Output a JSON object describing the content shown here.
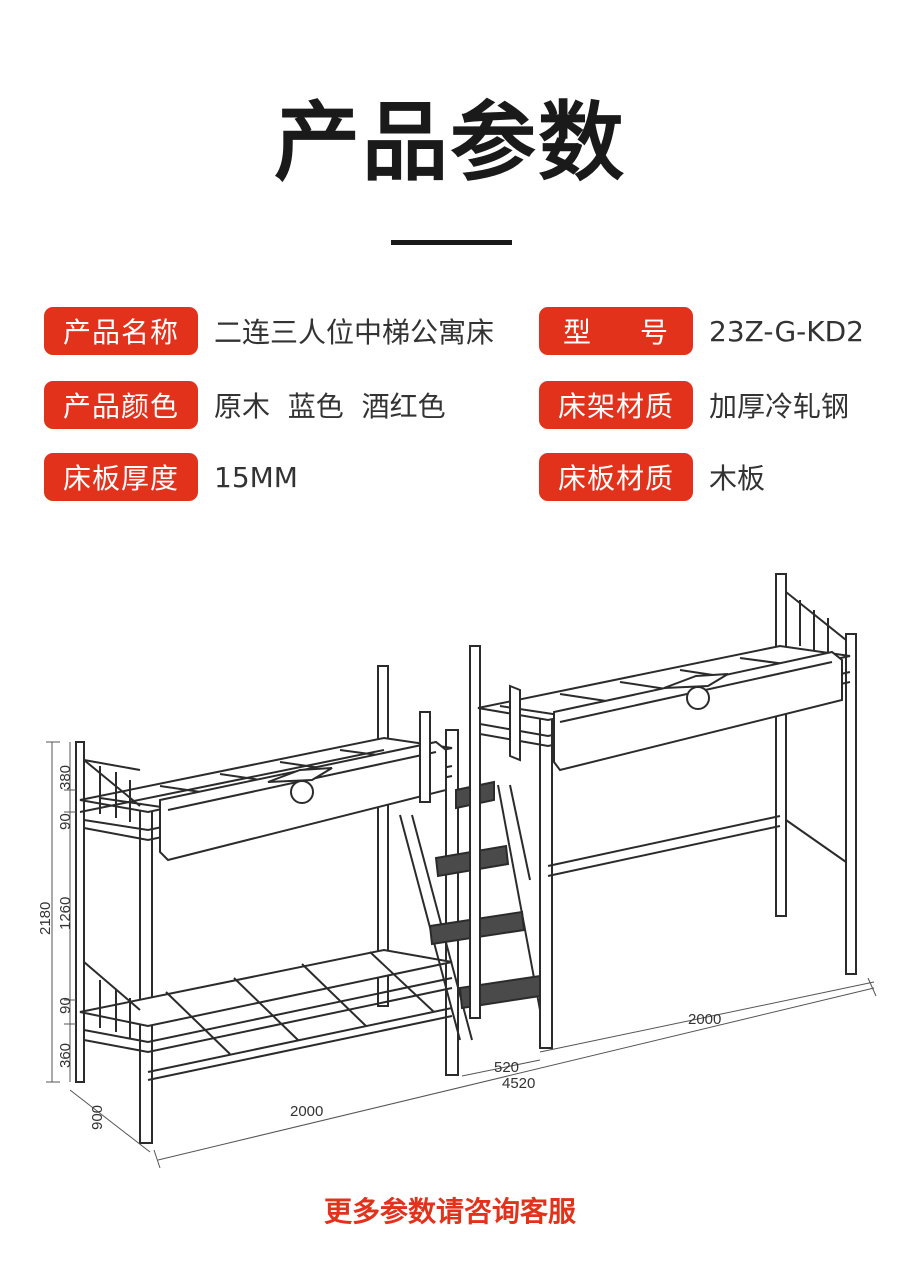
{
  "page": {
    "title": "产品参数",
    "footer": "更多参数请咨询客服",
    "accent_color": "#e3321c"
  },
  "specs": {
    "left": [
      {
        "label": "产品名称",
        "value": "二连三人位中梯公寓床"
      },
      {
        "label": "产品颜色",
        "value": "原木  蓝色  酒红色"
      },
      {
        "label": "床板厚度",
        "value": "15MM"
      }
    ],
    "right": [
      {
        "label_a": "型",
        "label_b": "号",
        "value": "23Z-G-KD2"
      },
      {
        "label": "床架材质",
        "value": "加厚冷轧钢"
      },
      {
        "label": "床板材质",
        "value": "木板"
      }
    ]
  },
  "dimensions": {
    "height_total": "2180",
    "height_top_rail": "380",
    "height_upper_frame": "90",
    "height_gap": "1260",
    "height_lower_frame": "90",
    "height_base": "360",
    "depth": "900",
    "length_left": "2000",
    "length_right": "2000",
    "ladder_width": "520",
    "total_length": "4520"
  }
}
